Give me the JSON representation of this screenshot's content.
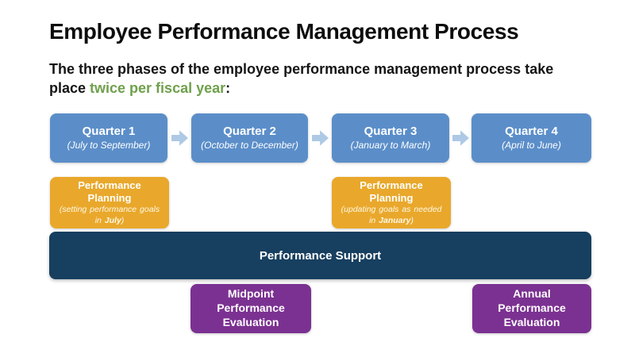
{
  "slide": {
    "title": "Employee Performance Management Process",
    "subtitle": {
      "line1": "The three phases of the employee performance management process take",
      "line2_prefix": "place ",
      "line2_highlight": "twice per fiscal year",
      "line2_suffix": ":"
    }
  },
  "colors": {
    "quarter_blue": "#5B8EC9",
    "arrow_blue": "#AEC9E5",
    "planning_yellow": "#E9A82B",
    "support_navy": "#173F5F",
    "evaluation_purple": "#7B3191",
    "highlight_green": "#6FA04C"
  },
  "icons": {
    "flow_arrow": "right-arrow-icon"
  },
  "quarters": [
    {
      "label": "Quarter 1",
      "range": "(July to September)"
    },
    {
      "label": "Quarter 2",
      "range": "(October to December)"
    },
    {
      "label": "Quarter 3",
      "range": "(January to March)"
    },
    {
      "label": "Quarter 4",
      "range": "(April to June)"
    }
  ],
  "planning_boxes": [
    {
      "title_line1": "Performance",
      "title_line2": "Planning",
      "note_prefix": "(setting performance goals in ",
      "note_month": "July",
      "note_suffix": ")"
    },
    {
      "title_line1": "Performance",
      "title_line2": "Planning",
      "note_prefix": "(updating goals as needed in ",
      "note_month": "January",
      "note_suffix": ")"
    }
  ],
  "support_bar": {
    "label": "Performance Support"
  },
  "evaluation_boxes": [
    {
      "line1": "Midpoint",
      "line2": "Performance",
      "line3": "Evaluation"
    },
    {
      "line1": "Annual",
      "line2": "Performance",
      "line3": "Evaluation"
    }
  ]
}
